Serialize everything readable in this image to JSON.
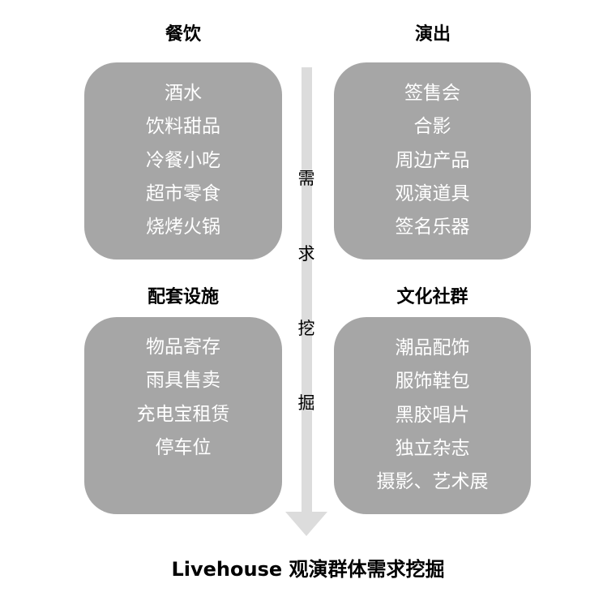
{
  "title": "Livehouse 观演群体需求挖掘",
  "arrow": {
    "label_chars": [
      "需",
      "求",
      "挖",
      "掘"
    ],
    "color": "#dcdcdc"
  },
  "box_color": "#a6a6a6",
  "quadrants": [
    {
      "heading": "餐饮",
      "items": [
        "酒水",
        "饮料甜品",
        "冷餐小吃",
        "超市零食",
        "烧烤火锅"
      ]
    },
    {
      "heading": "演出",
      "items": [
        "签售会",
        "合影",
        "周边产品",
        "观演道具",
        "签名乐器"
      ]
    },
    {
      "heading": "配套设施",
      "items": [
        "物品寄存",
        "雨具售卖",
        "充电宝租赁",
        "停车位"
      ]
    },
    {
      "heading": "文化社群",
      "items": [
        "潮品配饰",
        "服饰鞋包",
        "黑胶唱片",
        "独立杂志",
        "摄影、艺术展"
      ]
    }
  ]
}
